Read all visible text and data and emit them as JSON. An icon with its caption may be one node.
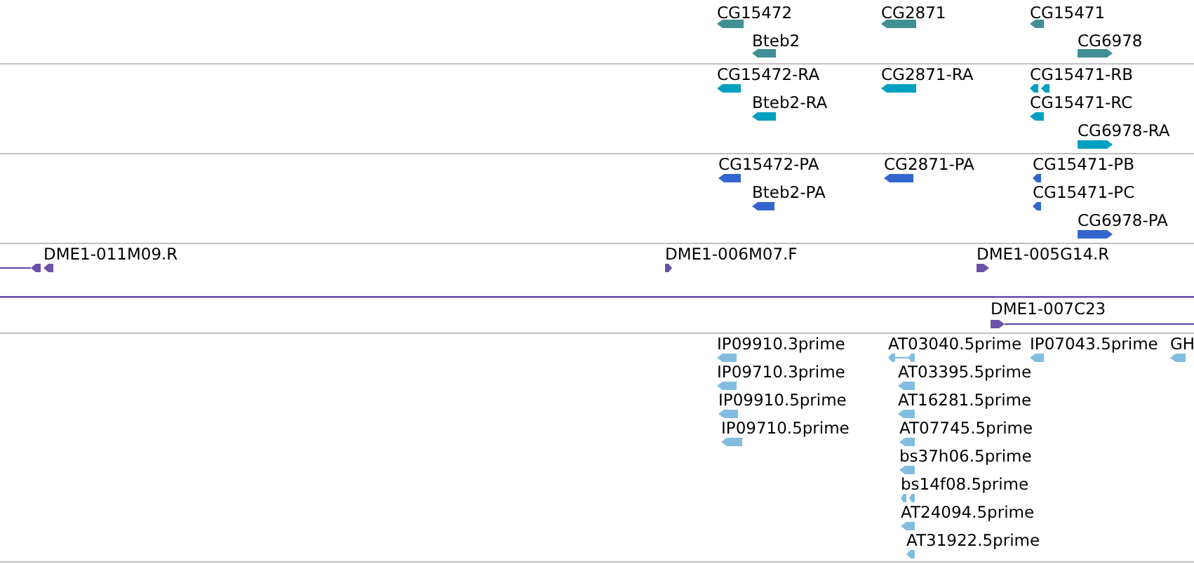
{
  "diagram": {
    "labels": [
      "CG15472",
      "CG2871",
      "CG15471",
      "Bteb2",
      "CG6978",
      "CG15472-RA",
      "CG2871-RA",
      "CG15471-RB",
      "Bteb2-RA",
      "CG15471-RC",
      "CG6978-RA",
      "CG15472-PA",
      "CG2871-PA",
      "CG15471-PB",
      "Bteb2-PA",
      "CG15471-PC",
      "CG6978-PA",
      "DME1-011M09.R",
      "DME1-006M07.F",
      "DME1-005G14.R",
      "DME1-007C23",
      "IP09910.3prime",
      "AT03040.5prime",
      "IP07043.5prime",
      "GH",
      "IP09710.3prime",
      "AT03395.5prime",
      "IP09910.5prime",
      "AT16281.5prime",
      "IP09710.5prime",
      "AT07745.5prime",
      "bs37h06.5prime",
      "bs14f08.5prime",
      "AT24094.5prime",
      "AT31922.5prime"
    ]
  }
}
